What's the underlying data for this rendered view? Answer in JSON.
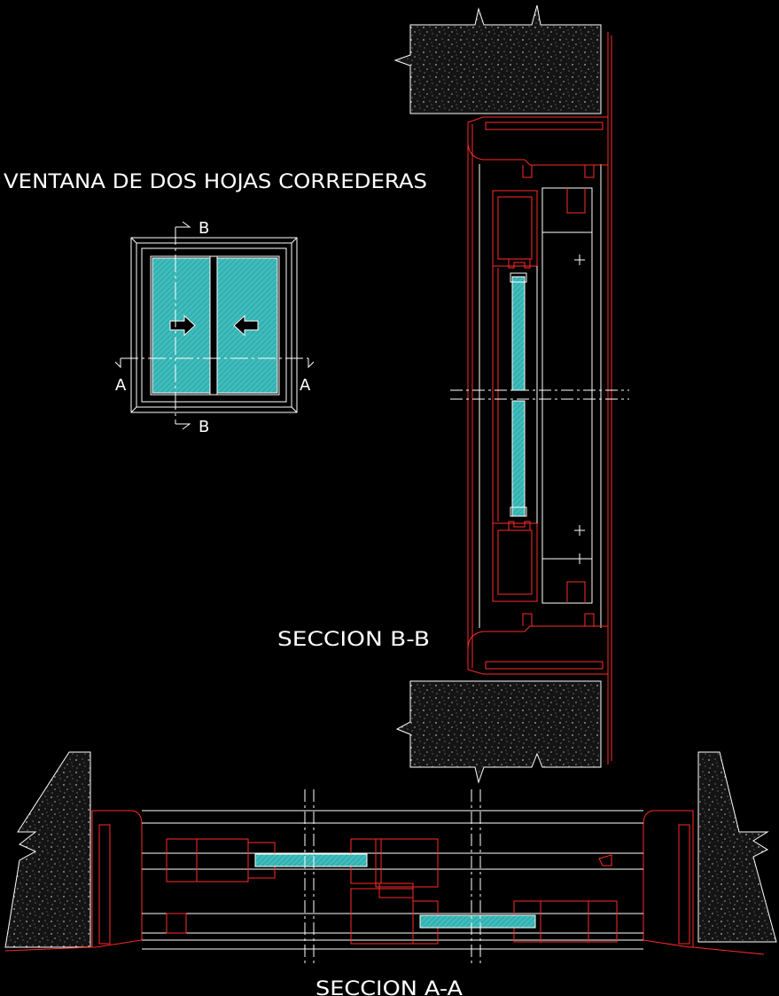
{
  "labels": {
    "title": "VENTANA DE DOS HOJAS CORREDERAS",
    "section_bb": "SECCION B-B",
    "section_aa": "SECCION A-A",
    "cut_b_top": "B",
    "cut_b_bottom": "B",
    "cut_a_left": "A",
    "cut_a_right": "A"
  },
  "colors": {
    "background": "#000000",
    "profile": "#ff2a2a",
    "line": "#ffffff",
    "glass": "#3fbcbc",
    "masonry_fill": "#1b1b1b"
  },
  "icons": {
    "arrow_right": "arrow-right-icon",
    "arrow_left": "arrow-left-icon"
  }
}
